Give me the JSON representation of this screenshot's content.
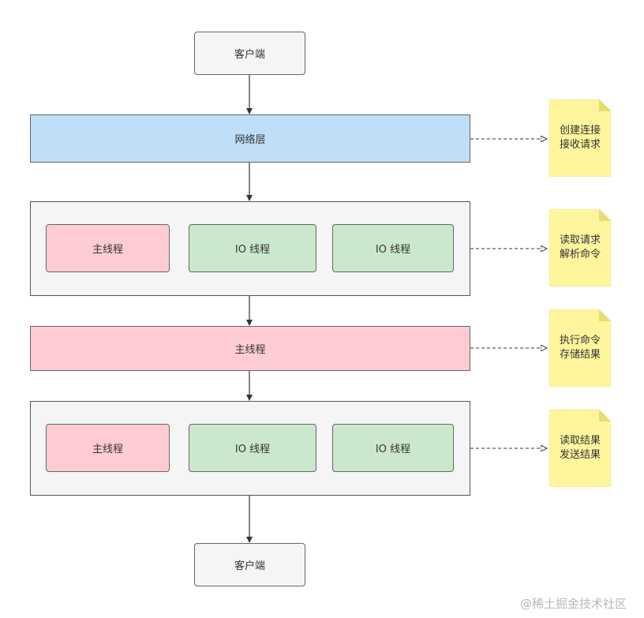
{
  "client_top": "客户端",
  "network_layer": "网络层",
  "group1": {
    "main_thread": "主线程",
    "io_thread_a": "IO 线程",
    "io_thread_b": "IO 线程"
  },
  "main_thread_wide": "主线程",
  "group2": {
    "main_thread": "主线程",
    "io_thread_a": "IO 线程",
    "io_thread_b": "IO 线程"
  },
  "client_bottom": "客户端",
  "notes": [
    {
      "line1": "创建连接",
      "line2": "接收请求"
    },
    {
      "line1": "读取请求",
      "line2": "解析命令"
    },
    {
      "line1": "执行命令",
      "line2": "存储结果"
    },
    {
      "line1": "读取结果",
      "line2": "发送结果"
    }
  ],
  "watermark": "@稀土掘金技术社区"
}
